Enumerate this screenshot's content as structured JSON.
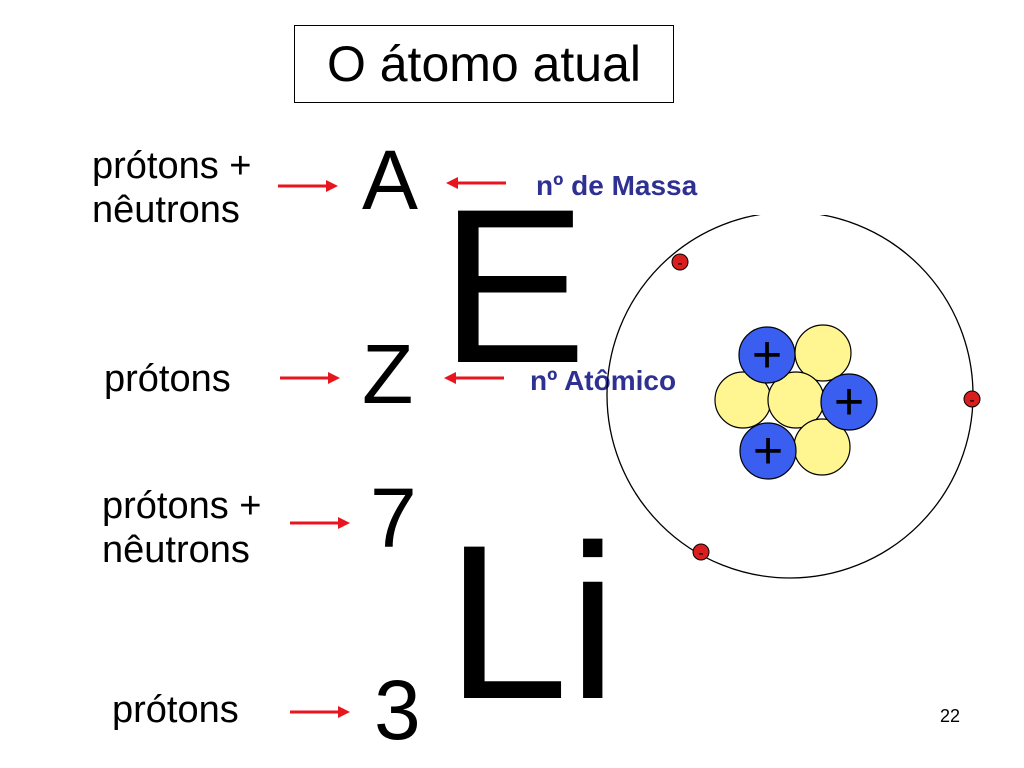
{
  "slide": {
    "title": "O átomo atual",
    "page_number": "22"
  },
  "top": {
    "mass_label_line1": "prótons +",
    "mass_label_line2": "nêutrons",
    "mass_symbol": "A",
    "atomic_label": "prótons",
    "atomic_symbol": "Z",
    "element_symbol": "E",
    "mass_caption": "nº de Massa",
    "atomic_caption": "nº Atômico"
  },
  "bottom": {
    "mass_label_line1": "prótons +",
    "mass_label_line2": "nêutrons",
    "mass_number": "7",
    "atomic_label": "prótons",
    "atomic_number": "3",
    "element_symbol": "Li"
  },
  "atom": {
    "proton_sign": "+",
    "electron_sign": "-",
    "proton_count": 3,
    "neutron_count": 4,
    "electron_count": 3,
    "colors": {
      "proton": "#3a5ff0",
      "neutron": "#fff591",
      "electron": "#d81e1e",
      "arrow": "#e8141e",
      "caption": "#2e3192"
    }
  }
}
